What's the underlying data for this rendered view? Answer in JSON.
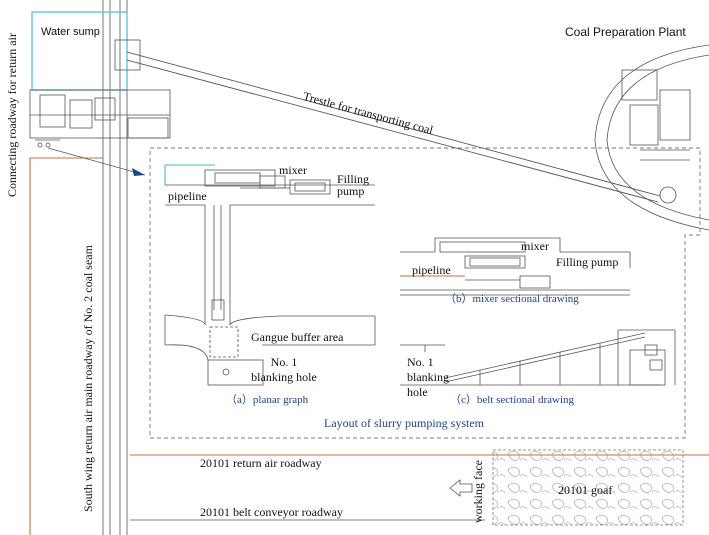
{
  "labels": {
    "water_sump": "Water sump",
    "coal_prep_plant": "Coal Preparation Plant",
    "trestle": "Trestle for transporting coal",
    "connecting_roadway": "Connecting roadway for return air",
    "south_wing_roadway": "South wing return air main roadway of No. 2 coal seam",
    "mixer_a": "mixer",
    "filling_pump_a": "Filling pump",
    "pipeline_a": "pipeline",
    "gangue_buffer": "Gangue buffer area",
    "blanking_hole_a": "No. 1 blanking hole",
    "caption_a": "（a）planar graph",
    "mixer_b": "mixer",
    "pipeline_b": "pipeline",
    "filling_pump_b": "Filling pump",
    "caption_b": "（b）mixer  sectional drawing",
    "blanking_hole_c": "No. 1  blanking hole",
    "caption_c": "（c）belt sectional drawing",
    "layout_title": "Layout of slurry pumping system",
    "return_air_roadway": "20101 return air roadway",
    "belt_conveyor_roadway": "20101 belt conveyor roadway",
    "working_face": "working face",
    "goaf": "20101 goaf"
  },
  "colors": {
    "line": "#333333",
    "light_line": "#888888",
    "cyan": "#5fc8d8",
    "orange": "#c9703a",
    "blue_text": "#1f3f8f",
    "arrow": "#1f3f8f"
  }
}
